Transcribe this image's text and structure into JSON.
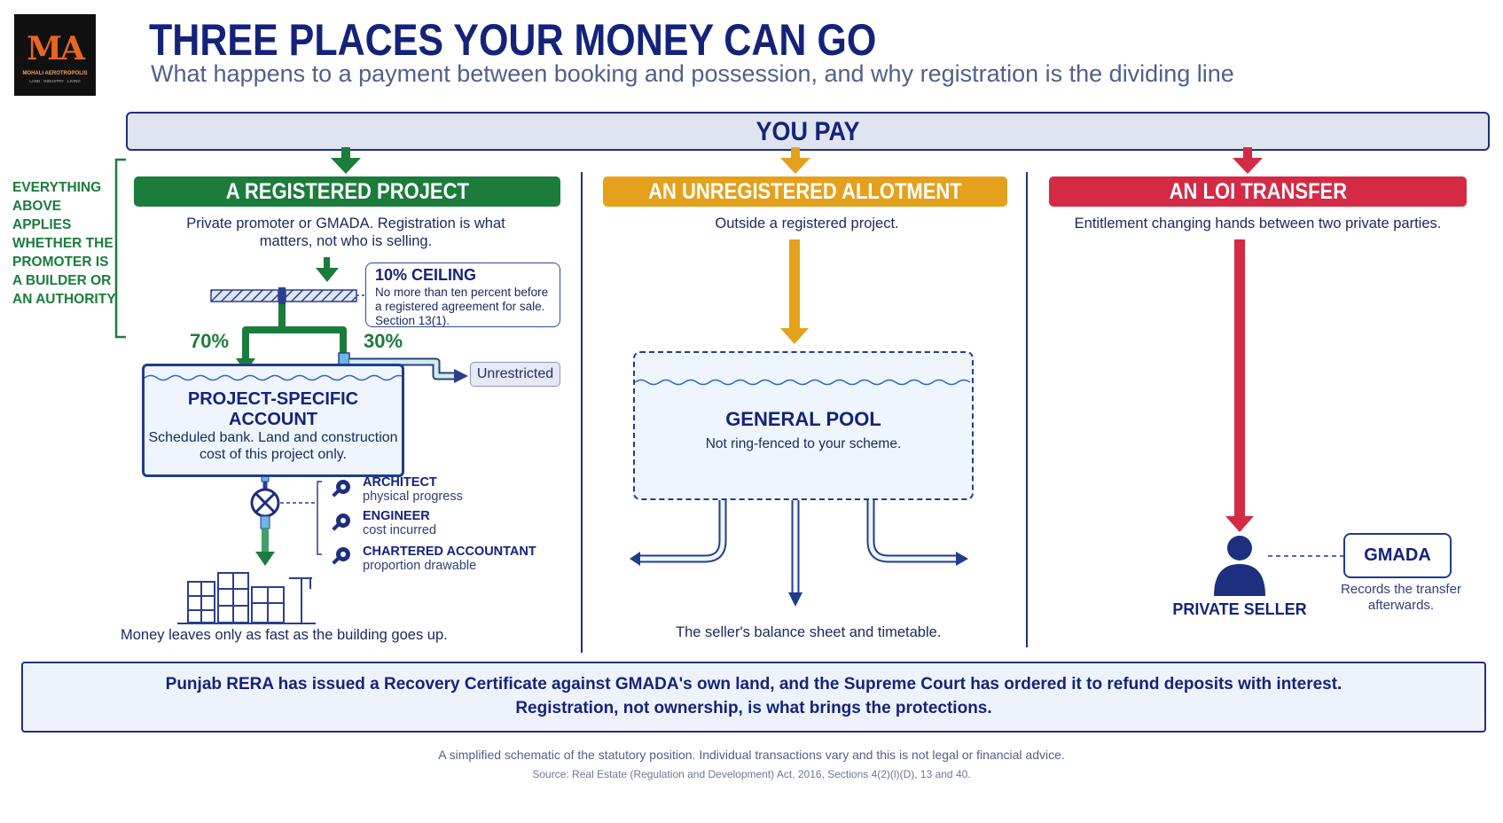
{
  "logo": {
    "monogram": "MA",
    "name": "MOHALI AEROTROPOLIS",
    "tagline": "LAND · INDUSTRY · LIVING"
  },
  "header": {
    "title": "THREE PLACES YOUR MONEY CAN GO",
    "subtitle": "What happens to a payment between booking and possession, and why registration is the dividing line"
  },
  "you_pay": "YOU PAY",
  "side_note": "EVERYTHING ABOVE APPLIES WHETHER THE PROMOTER IS A BUILDER OR AN AUTHORITY.",
  "colors": {
    "green": "#1b7c3c",
    "amber": "#e5a11c",
    "red": "#d42a45",
    "navy": "#14237a"
  },
  "registered": {
    "heading": "A REGISTERED PROJECT",
    "desc_line1": "Private promoter or GMADA. Registration is what",
    "desc_line2": "matters, not who is selling.",
    "ceiling_title": "10% CEILING",
    "ceiling_body": "No more than ten percent before a registered agreement for sale. Section 13(1).",
    "split_left": "70%",
    "split_right": "30%",
    "unrestricted": "Unrestricted",
    "account_title": "PROJECT-SPECIFIC ACCOUNT",
    "account_body": "Scheduled bank. Land and construction cost of this project only.",
    "roles": [
      {
        "title": "ARCHITECT",
        "sub": "physical progress"
      },
      {
        "title": "ENGINEER",
        "sub": "cost incurred"
      },
      {
        "title": "CHARTERED ACCOUNTANT",
        "sub": "proportion drawable"
      }
    ],
    "caption": "Money leaves only as fast as the building goes up."
  },
  "unregistered": {
    "heading": "AN UNREGISTERED ALLOTMENT",
    "desc": "Outside a registered project.",
    "pool_title": "GENERAL POOL",
    "pool_body": "Not ring-fenced to your scheme.",
    "caption": "The seller's balance sheet and timetable."
  },
  "loi": {
    "heading": "AN LOI TRANSFER",
    "desc": "Entitlement changing hands between two private parties.",
    "seller": "PRIVATE SELLER",
    "gmada": "GMADA",
    "gmada_note": "Records the transfer afterwards."
  },
  "bottom": {
    "line1": "Punjab RERA has issued a Recovery Certificate against GMADA's own land, and the Supreme Court has ordered it to refund deposits with interest.",
    "line2": "Registration, not ownership, is what brings the protections."
  },
  "footer": {
    "disclaimer": "A simplified schematic of the statutory position. Individual transactions vary and this is not legal or financial advice.",
    "source": "Source: Real Estate (Regulation and Development) Act, 2016, Sections 4(2)(l)(D), 13 and 40."
  }
}
